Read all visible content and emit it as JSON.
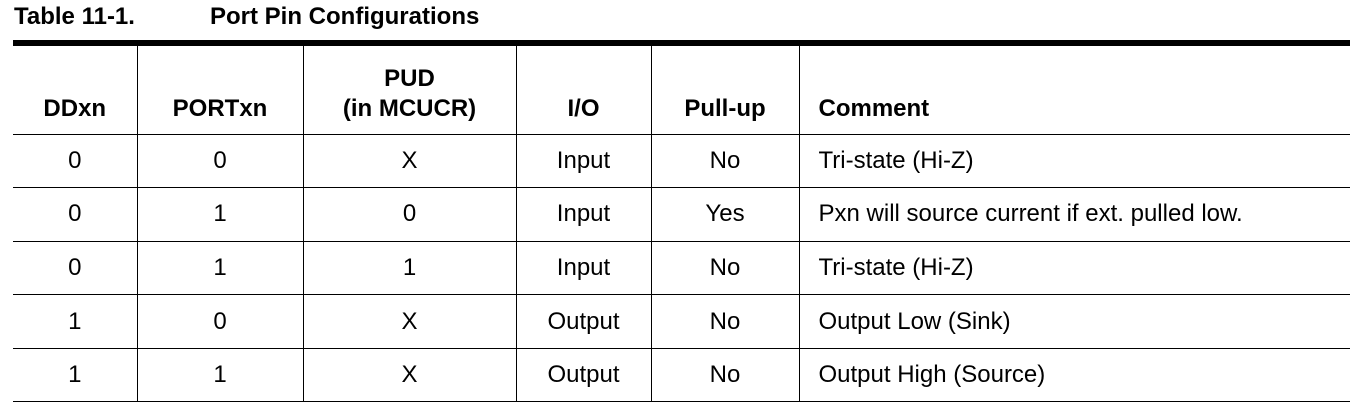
{
  "caption": {
    "number": "Table 11-1.",
    "title": "Port Pin Configurations"
  },
  "table": {
    "headers": [
      {
        "line1": "",
        "line2": "DDxn"
      },
      {
        "line1": "",
        "line2": "PORTxn"
      },
      {
        "line1": "PUD",
        "line2": "(in MCUCR)"
      },
      {
        "line1": "",
        "line2": "I/O"
      },
      {
        "line1": "",
        "line2": "Pull-up"
      },
      {
        "line1": "",
        "line2": "Comment"
      }
    ],
    "rows": [
      [
        "0",
        "0",
        "X",
        "Input",
        "No",
        "Tri-state (Hi-Z)"
      ],
      [
        "0",
        "1",
        "0",
        "Input",
        "Yes",
        "Pxn will source current if ext. pulled low."
      ],
      [
        "0",
        "1",
        "1",
        "Input",
        "No",
        "Tri-state (Hi-Z)"
      ],
      [
        "1",
        "0",
        "X",
        "Output",
        "No",
        "Output Low (Sink)"
      ],
      [
        "1",
        "1",
        "X",
        "Output",
        "No",
        "Output High (Source)"
      ]
    ]
  }
}
